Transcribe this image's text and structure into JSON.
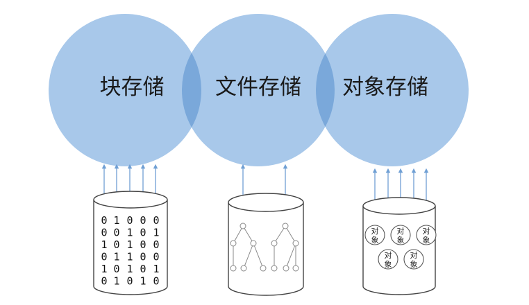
{
  "circles": [
    {
      "label": "块存储"
    },
    {
      "label": "文件存储"
    },
    {
      "label": "对象存储"
    }
  ],
  "colors": {
    "circle_fill": "#a8c8ea",
    "overlap_fill": "#7aa8da",
    "arrow": "#6f9fd4",
    "outline": "#444444"
  },
  "block_bits": [
    "01000",
    "00101",
    "10100",
    "01100",
    "10101",
    "01010"
  ],
  "object_label_lines": [
    "对",
    "象"
  ]
}
